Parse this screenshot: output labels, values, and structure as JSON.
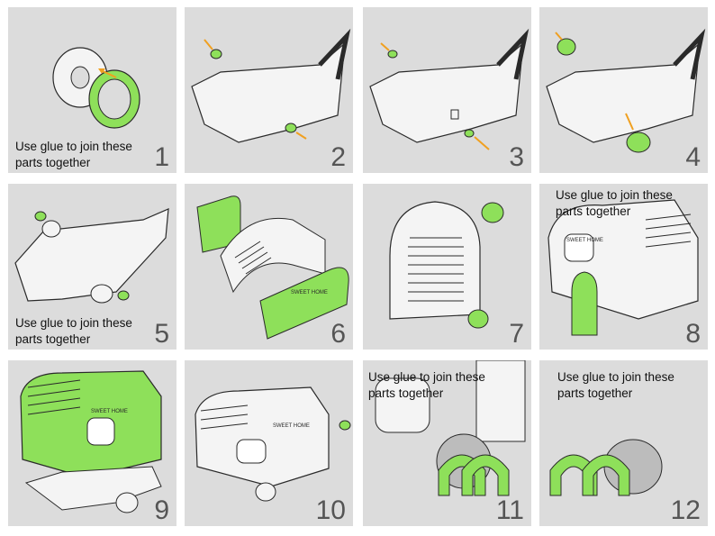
{
  "steps": [
    {
      "number": "1",
      "caption": [
        "Use glue to  join these",
        "parts together"
      ]
    },
    {
      "number": "2",
      "caption": []
    },
    {
      "number": "3",
      "caption": []
    },
    {
      "number": "4",
      "caption": []
    },
    {
      "number": "5",
      "caption": [
        "Use glue to  join these",
        "parts together"
      ]
    },
    {
      "number": "6",
      "caption": []
    },
    {
      "number": "7",
      "caption": []
    },
    {
      "number": "8",
      "caption": [
        "Use glue to  join these",
        "parts together"
      ]
    },
    {
      "number": "9",
      "caption": []
    },
    {
      "number": "10",
      "caption": []
    },
    {
      "number": "11",
      "caption": [
        "Use glue to  join these",
        "parts together"
      ]
    },
    {
      "number": "12",
      "caption": [
        "Use glue to  join these",
        "parts together"
      ]
    }
  ],
  "emboss_text": "SWEET HOME",
  "colors": {
    "panel": "#dcdcdc",
    "part_white": "#f4f4f4",
    "part_green": "#8ee05a",
    "outline": "#2a2a2a",
    "arrow": "#f0a020",
    "number": "#555555"
  }
}
